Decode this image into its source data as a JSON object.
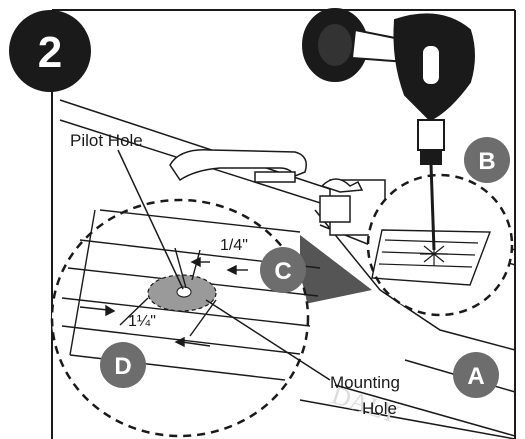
{
  "step": {
    "number": "2"
  },
  "callouts": {
    "pilot_hole": "Pilot Hole",
    "mounting_hole_line1": "Mounting",
    "mounting_hole_line2": "Hole"
  },
  "dimensions": {
    "pilot_hole_diameter": "1/4\"",
    "mounting_hole_diameter": "1¼\""
  },
  "badges": {
    "a": "A",
    "b": "B",
    "c": "C",
    "d": "D"
  },
  "colors": {
    "badge_fill": "#6d6d6d",
    "step_badge_fill": "#1a1a1a",
    "mounting_hole_fill": "#9a9a9a",
    "line": "#1a1a1a"
  },
  "icons": [
    "cordless-drill-icon",
    "faucet-icon"
  ]
}
